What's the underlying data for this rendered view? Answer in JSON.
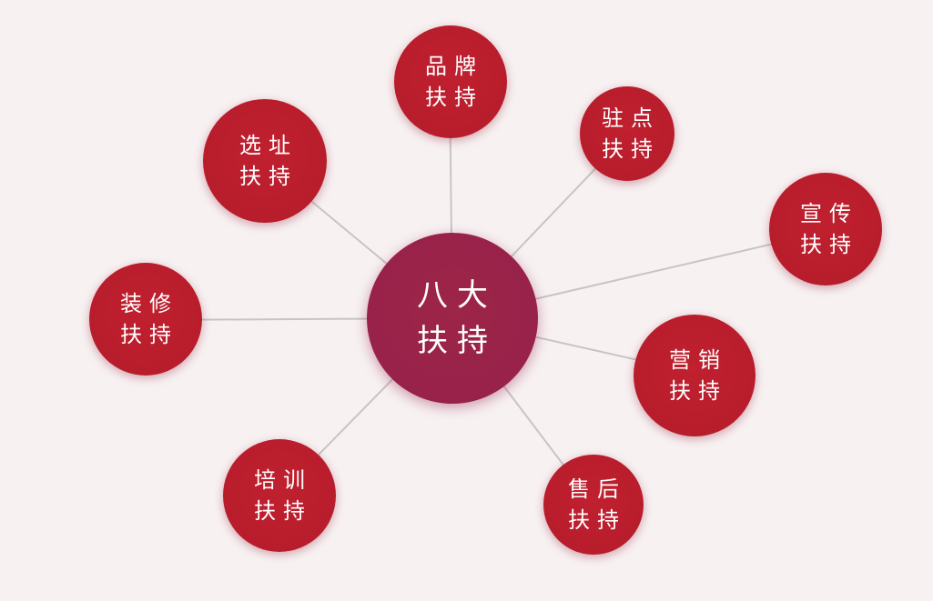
{
  "center": {
    "line1": "八大",
    "line2": "扶持",
    "color": "#9b2349"
  },
  "node_color": "#bc1f2e",
  "line_color": "#c8c4c6",
  "nodes": [
    {
      "id": "brand",
      "line1": "品牌",
      "line2": "扶持"
    },
    {
      "id": "station",
      "line1": "驻点",
      "line2": "扶持"
    },
    {
      "id": "promotion",
      "line1": "宣传",
      "line2": "扶持"
    },
    {
      "id": "marketing",
      "line1": "营销",
      "line2": "扶持"
    },
    {
      "id": "aftersales",
      "line1": "售后",
      "line2": "扶持"
    },
    {
      "id": "training",
      "line1": "培训",
      "line2": "扶持"
    },
    {
      "id": "decoration",
      "line1": "装修",
      "line2": "扶持"
    },
    {
      "id": "site",
      "line1": "选址",
      "line2": "扶持"
    }
  ]
}
